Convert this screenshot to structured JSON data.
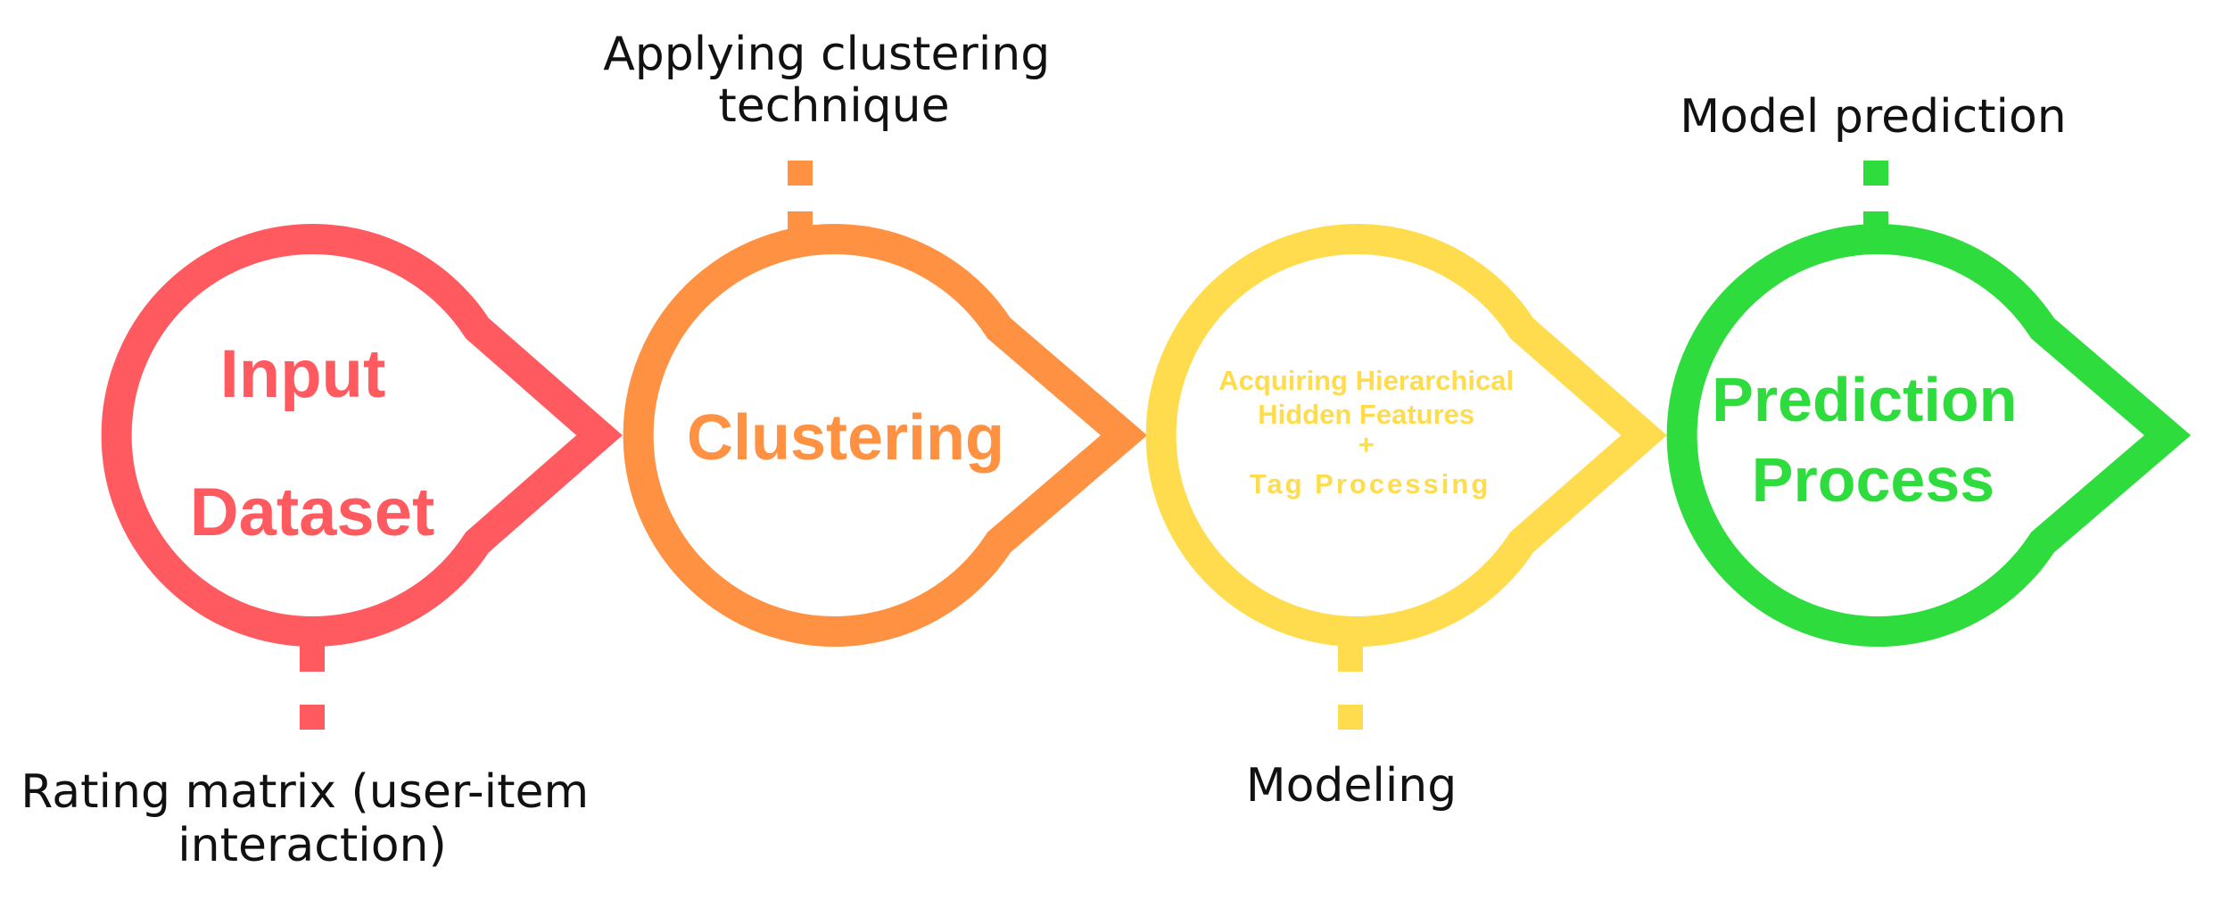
{
  "colors": {
    "stage1": "#FF5A5F",
    "stage2": "#FF9142",
    "stage3": "#FFDC4E",
    "stage4": "#2EDC3E",
    "annotation_text": "#111111"
  },
  "stages": [
    {
      "title_lines": [
        "Input",
        "Dataset"
      ],
      "annotation_lines": [
        "Rating matrix (user-item",
        "interaction)"
      ],
      "annotation_position": "below"
    },
    {
      "title_lines": [
        "Clustering"
      ],
      "annotation_lines": [
        "Applying clustering",
        "technique"
      ],
      "annotation_position": "above"
    },
    {
      "title_lines": [
        "Acquiring Hierarchical",
        "Hidden Features",
        "+",
        "Tag Processing"
      ],
      "annotation_lines": [
        "Modeling"
      ],
      "annotation_position": "below"
    },
    {
      "title_lines": [
        "Prediction",
        "Process"
      ],
      "annotation_lines": [
        "Model prediction"
      ],
      "annotation_position": "above"
    }
  ]
}
